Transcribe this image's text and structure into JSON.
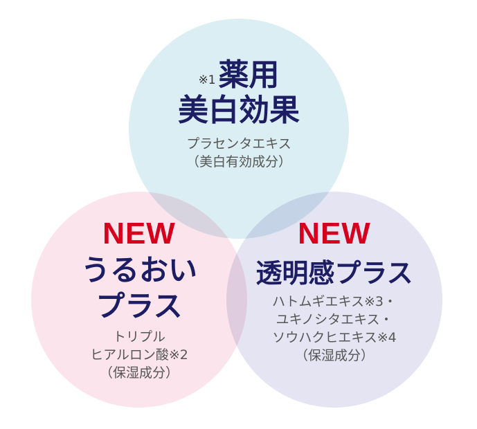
{
  "venn": {
    "top": {
      "note": "※1",
      "title_line1": "薬用",
      "title_line2": "美白効果",
      "sub_line1": "プラセンタエキス",
      "sub_line2": "（美白有効成分）",
      "color": "#dbeef3"
    },
    "left": {
      "badge": "NEW",
      "title_line1": "うるおい",
      "title_line2": "プラス",
      "sub_line1": "トリプル",
      "sub_line2": "ヒアルロン酸※2",
      "sub_line3": "（保湿成分）",
      "color": "#fbe4eb"
    },
    "right": {
      "badge": "NEW",
      "title": "透明感プラス",
      "sub_line1": "ハトムギエキス※3・",
      "sub_line2": "ユキノシタエキス・",
      "sub_line3": "ソウハクヒエキス※4",
      "sub_line4": "（保湿成分）",
      "color": "#e4e4f2"
    },
    "colors": {
      "title": "#1c1d63",
      "badge": "#d6001c",
      "sub": "#555555"
    }
  }
}
